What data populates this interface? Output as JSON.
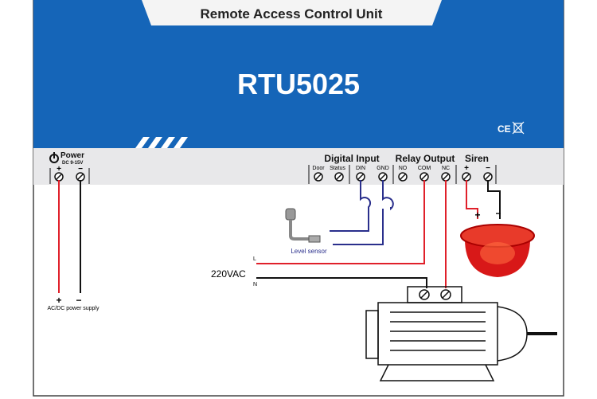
{
  "header": {
    "subtitle": "Remote Access Control Unit",
    "model": "RTU5025",
    "certification": "CE",
    "brand_color": "#1565b8"
  },
  "terminals": {
    "power": {
      "title": "Power",
      "rating": "DC 9-15V",
      "plus": "+",
      "minus": "−"
    },
    "digital_input": {
      "title": "Digital Input",
      "labels": [
        "Door",
        "Status",
        "DIN",
        "GND"
      ]
    },
    "relay_output": {
      "title": "Relay Output",
      "labels": [
        "NO",
        "COM",
        "NC"
      ]
    },
    "siren": {
      "title": "Siren",
      "plus": "+",
      "minus": "−"
    }
  },
  "wiring": {
    "power_supply": {
      "label": "AC/DC power supply",
      "plus": "+",
      "minus": "−"
    },
    "level_sensor": {
      "label": "Level sensor"
    },
    "mains": {
      "label": "220VAC",
      "line": "L",
      "neutral": "N"
    },
    "siren_plus": "+",
    "siren_minus": "−"
  },
  "colors": {
    "live": "#e0202a",
    "neutral": "#111111",
    "signal": "#2a2f8c"
  }
}
